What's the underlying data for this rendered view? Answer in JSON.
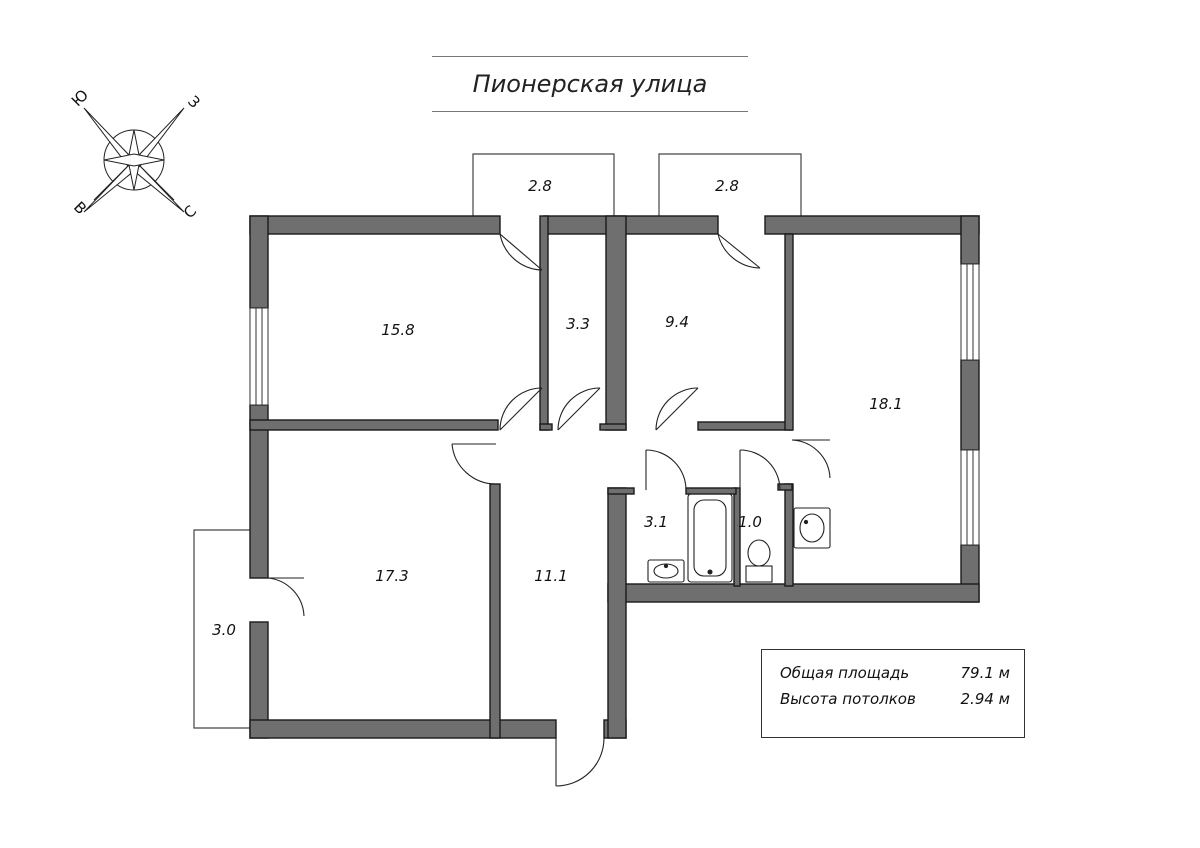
{
  "street_name": "Пионерская улица",
  "compass": {
    "north": "С",
    "south": "Ю",
    "east": "В",
    "west": "З"
  },
  "rooms": {
    "bedroom_top_left": "15.8",
    "bedroom_bottom_left": "17.3",
    "hallway": "11.1",
    "storage": "3.3",
    "kitchen": "9.4",
    "living_room": "18.1",
    "bathroom": "3.1",
    "toilet": "1.0",
    "balcony_left": "3.0",
    "balcony_top_left": "2.8",
    "balcony_top_right": "2.8"
  },
  "summary": {
    "total_area_label": "Общая площадь",
    "total_area_value": "79.1 м",
    "ceiling_label": "Высота потолков",
    "ceiling_value": "2.94 м"
  },
  "colors": {
    "wall": "#6f6f6f",
    "wall_outline": "#1a1a1a",
    "line": "#222222"
  }
}
